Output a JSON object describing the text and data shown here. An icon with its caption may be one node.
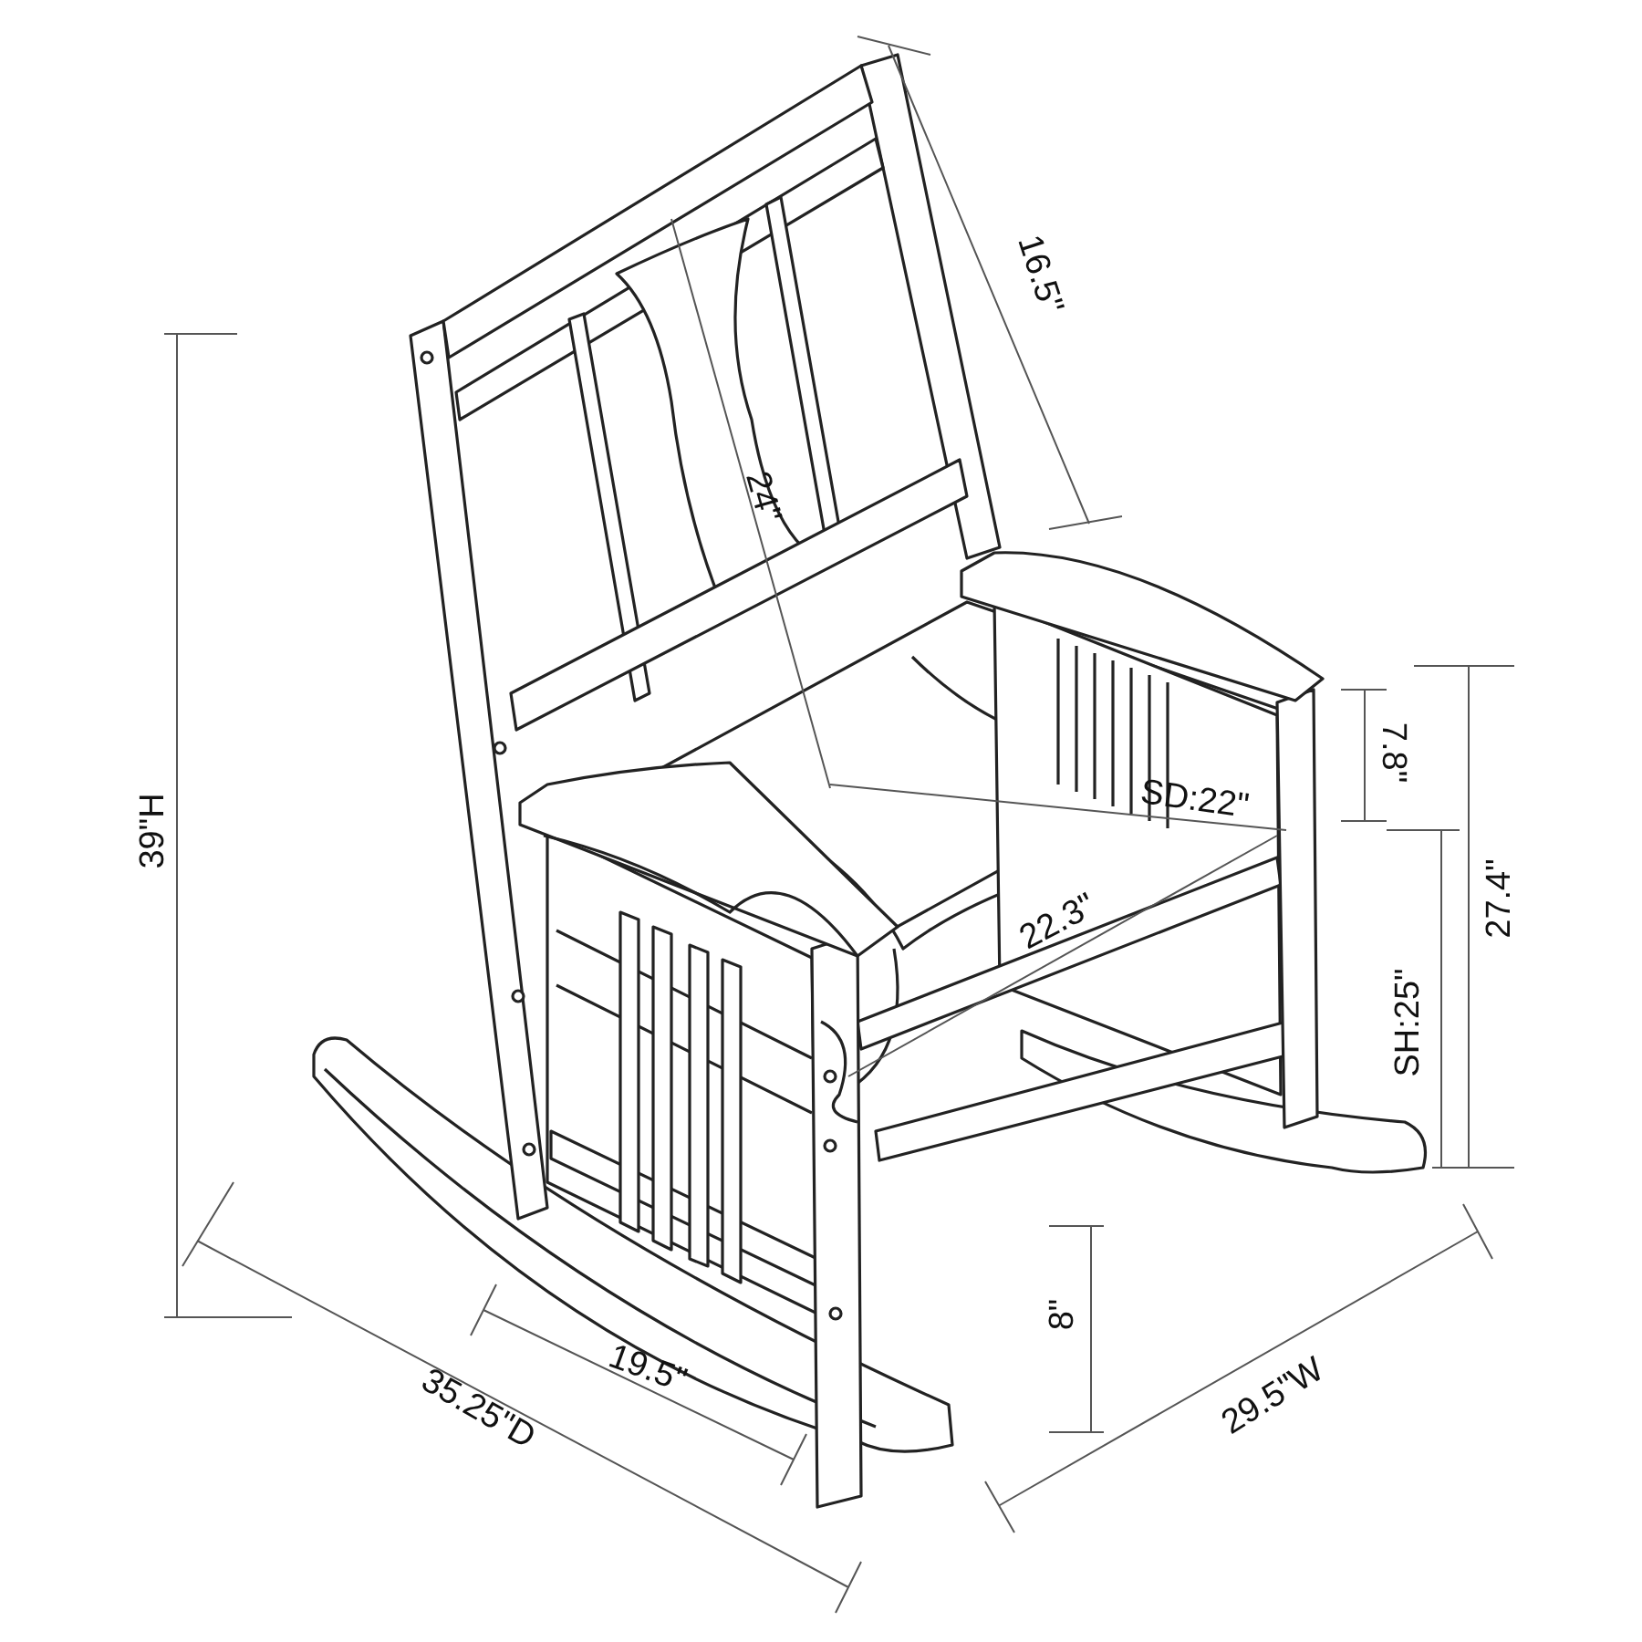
{
  "diagram": {
    "labels": [
      "16.5\"",
      "24\"",
      "39\"H",
      "7.8\"",
      "SD:22\"",
      "27.4\"",
      "22.3\"",
      "SH:25\"",
      "8\"",
      "19.5\"",
      "35.25\"D",
      "29.5\"W"
    ]
  }
}
